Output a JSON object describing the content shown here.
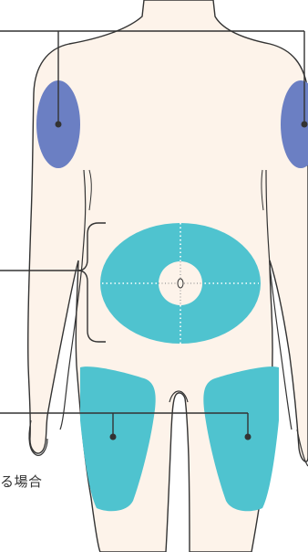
{
  "diagram": {
    "caption": "る場合",
    "colors": {
      "skin": "#fdf3ea",
      "outline": "#333333",
      "upper_arm_zone": "#6b7fc3",
      "abdomen_zone": "#4fc3cf",
      "navel_area": "#fdf3ea",
      "thigh_zone": "#4fc3cf",
      "leader_line": "#333333",
      "guide_dots": "#ffffff",
      "navel_dots": "#999999"
    },
    "regions": [
      {
        "name": "upper-arm-left",
        "icon": "filled-oval"
      },
      {
        "name": "upper-arm-right",
        "icon": "filled-oval"
      },
      {
        "name": "abdomen",
        "icon": "filled-oval-with-crosshair"
      },
      {
        "name": "thigh-left",
        "icon": "filled-rounded-shape"
      },
      {
        "name": "thigh-right",
        "icon": "filled-rounded-shape"
      }
    ]
  }
}
